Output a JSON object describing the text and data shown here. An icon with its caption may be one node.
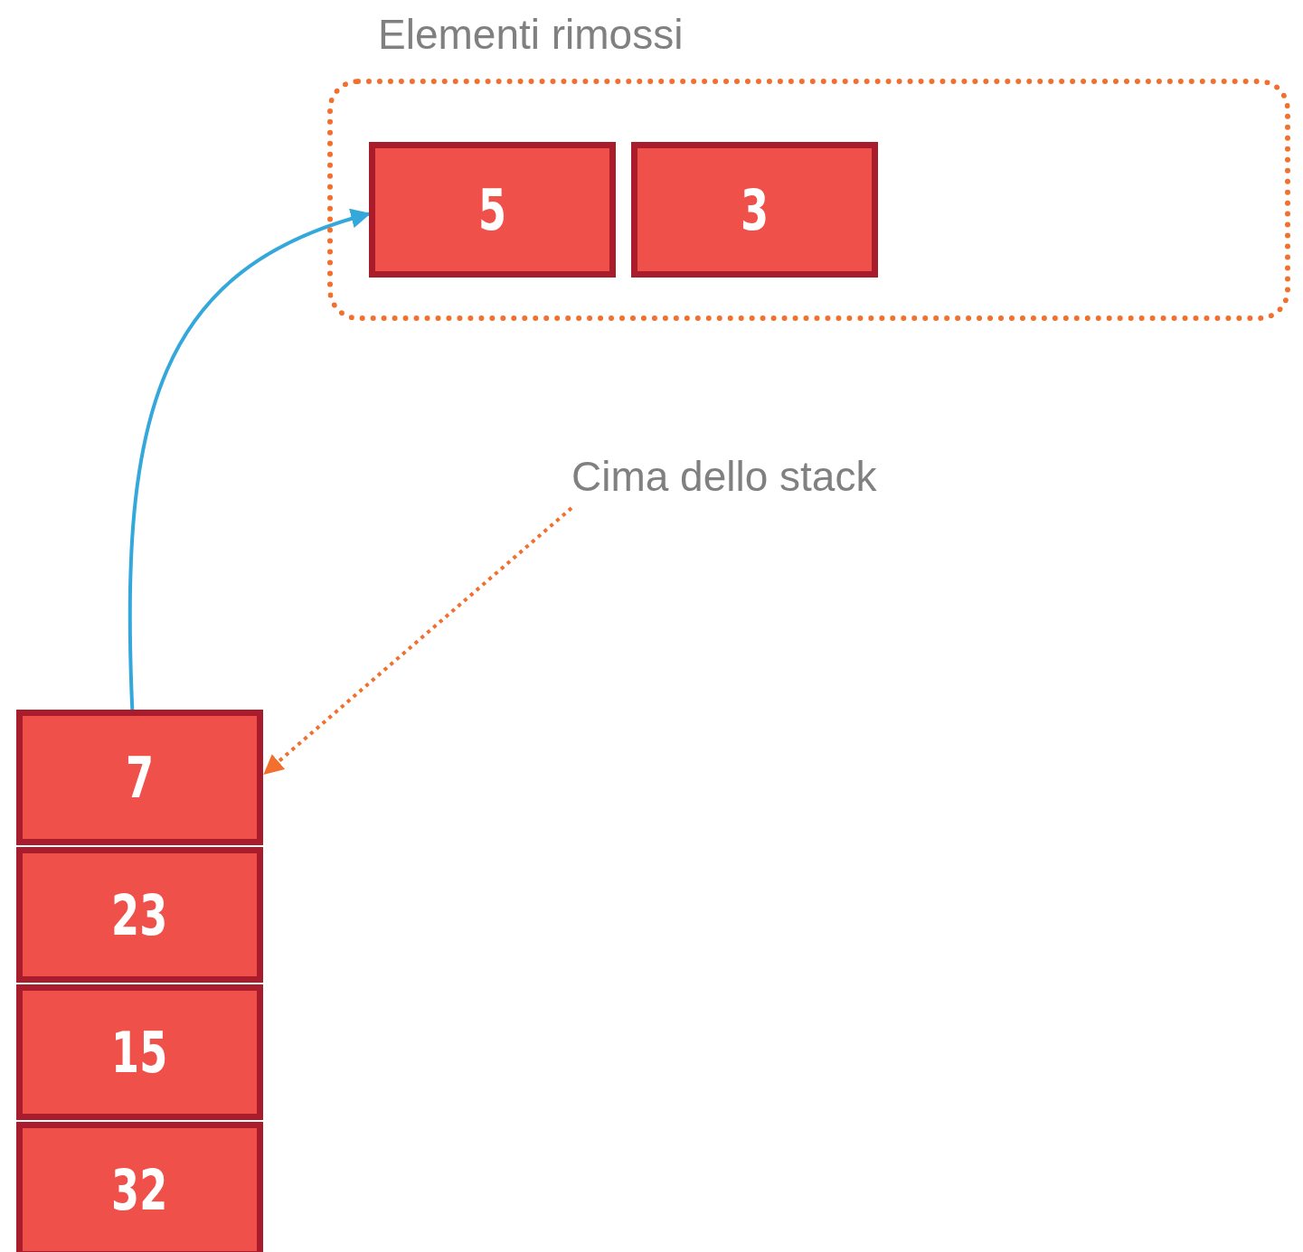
{
  "diagram": {
    "nodes": [
      {
        "text": [
          "Elementi rimossi"
        ]
      },
      {
        "text": [
          "5"
        ],
        "in": 0
      },
      {
        "text": [
          "3"
        ],
        "in": 0
      },
      {
        "text": [
          "Cima dello stack"
        ]
      },
      {
        "text": [
          "7"
        ]
      },
      {
        "text": [
          "23"
        ]
      },
      {
        "text": [
          "15"
        ]
      },
      {
        "text": [
          "32"
        ]
      }
    ],
    "edges": [
      {
        "from": 4,
        "to": 1,
        "arrow": "to",
        "color": "#34a8db"
      },
      {
        "from": 3,
        "to": 4,
        "arrow": "to",
        "style": "dashed",
        "color": "#f26f2e"
      }
    ]
  }
}
